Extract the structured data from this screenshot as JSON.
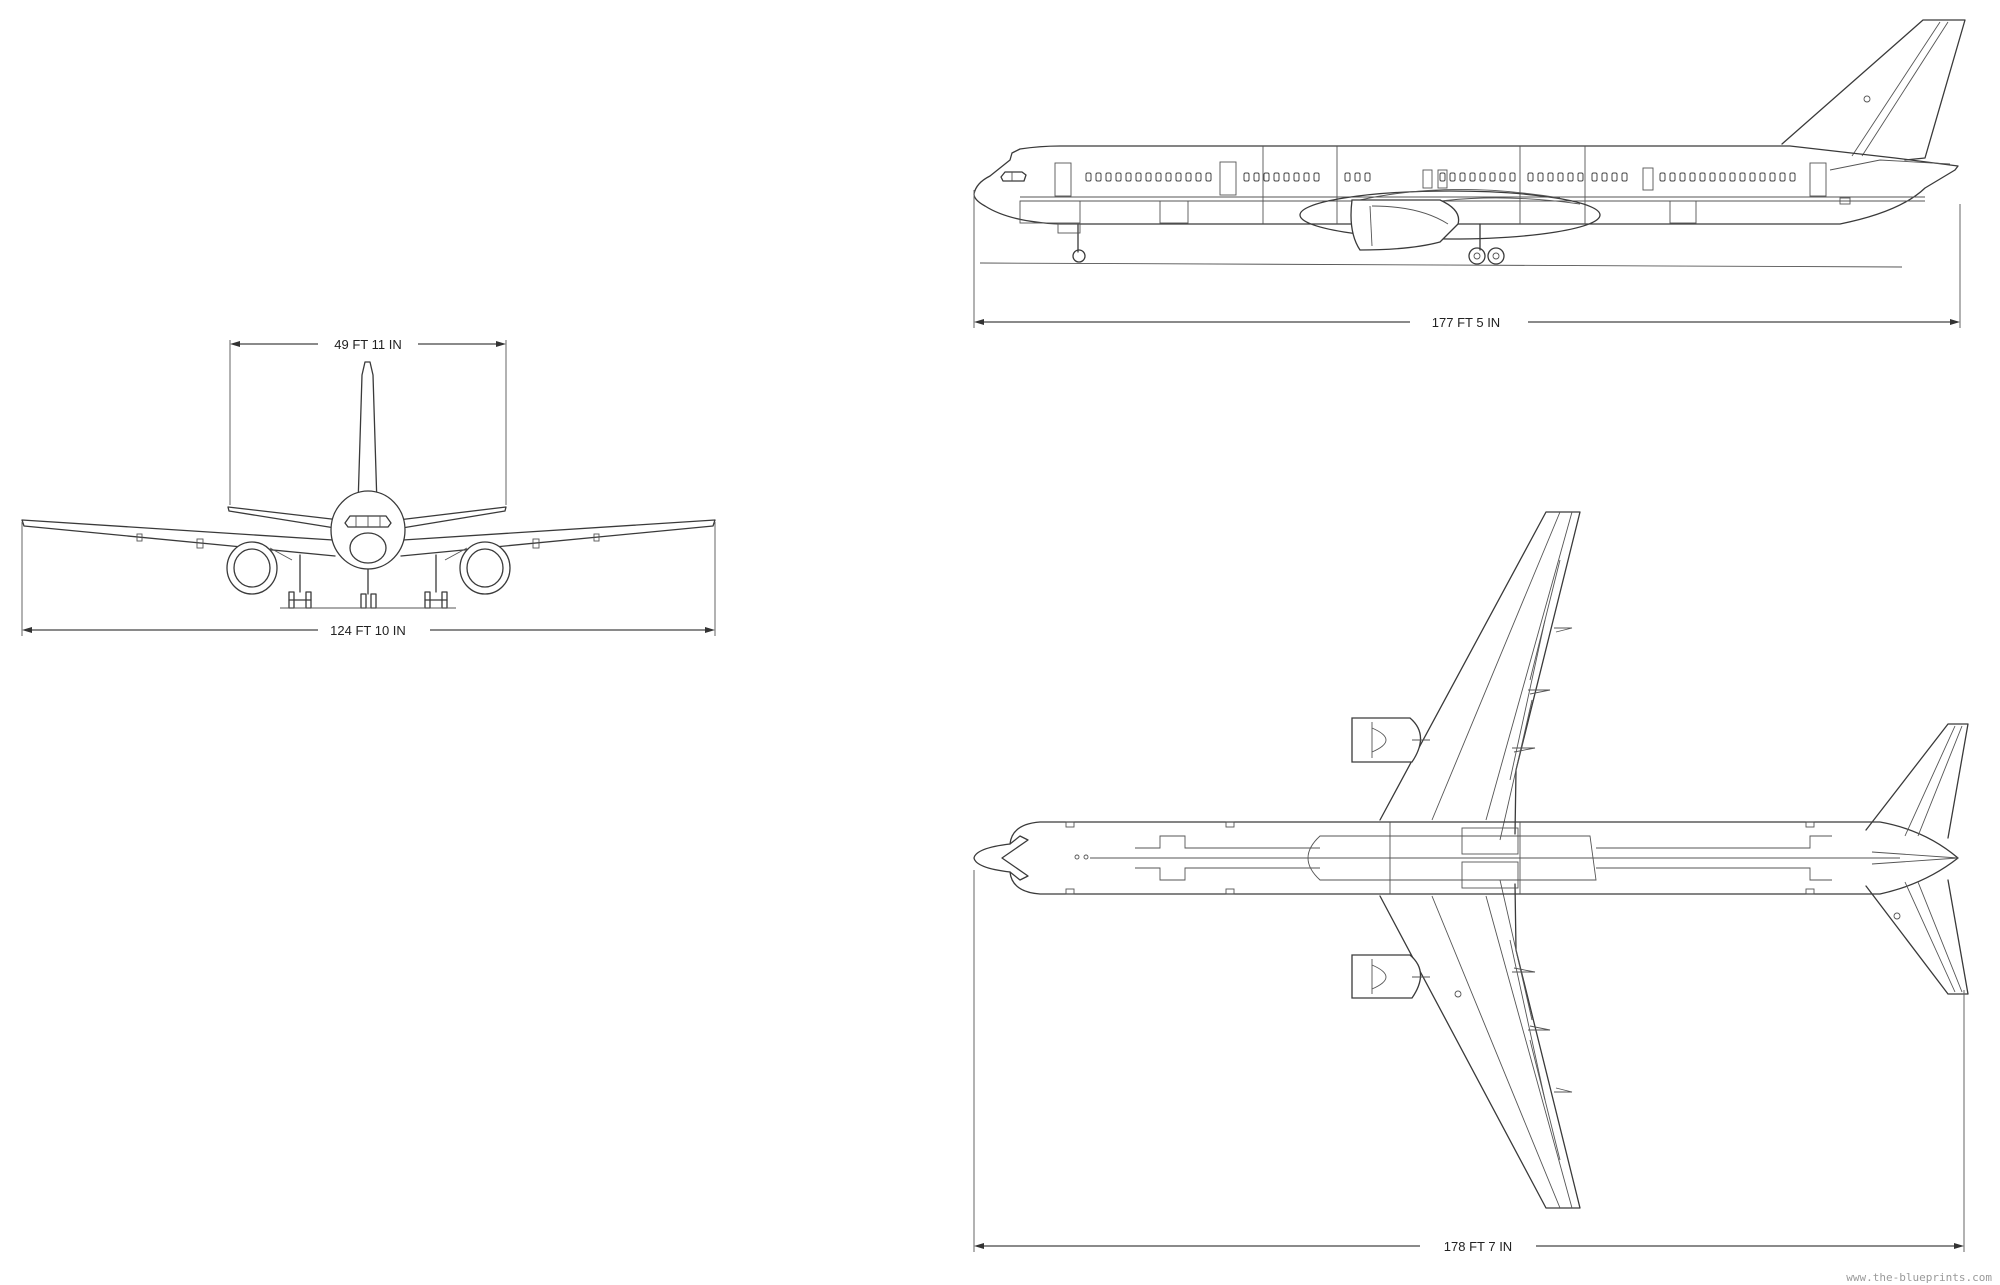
{
  "dimensions": {
    "tail_height": "49 FT 11 IN",
    "wingspan": "124 FT 10 IN",
    "side_length": "177 FT 5 IN",
    "top_length": "178 FT 7 IN"
  },
  "watermark": "www.the-blueprints.com",
  "colors": {
    "line": "#3a3a3a",
    "background": "#ffffff",
    "watermark": "#9a9a9a"
  }
}
